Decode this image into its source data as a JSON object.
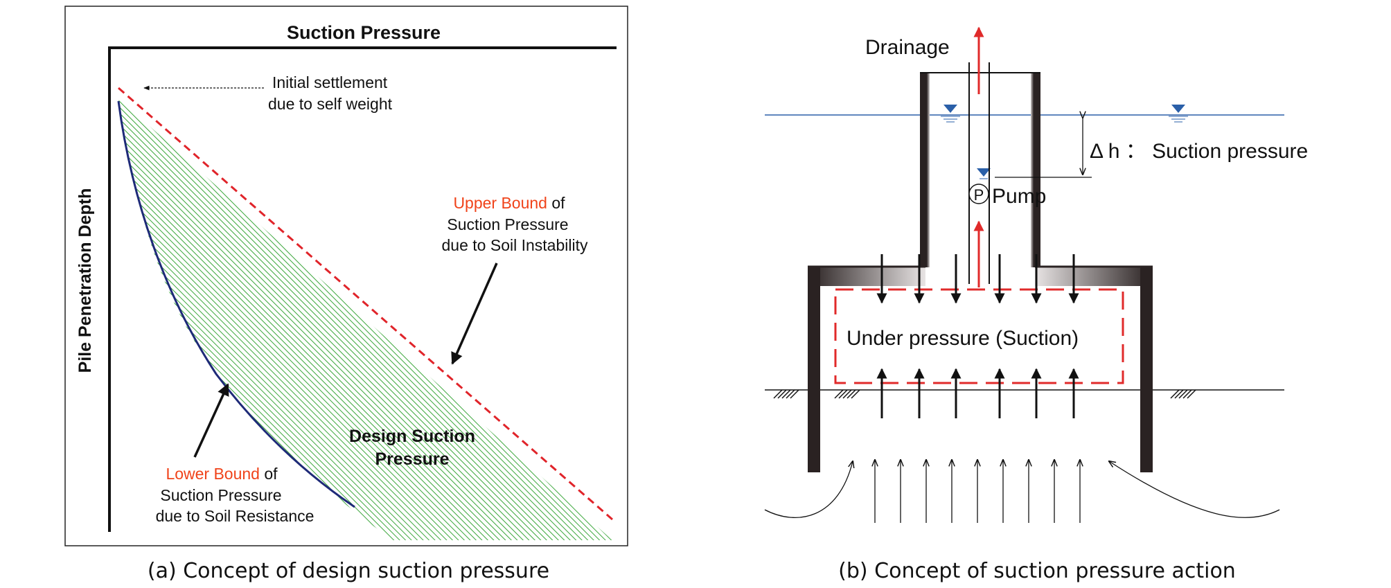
{
  "panel_a": {
    "axis_top": "Suction Pressure",
    "axis_left": "Pile Penetration Depth",
    "initial_settlement": [
      "Initial settlement",
      "due to self weight"
    ],
    "upper_bound": {
      "highlight": "Upper Bound",
      "suffix": " of",
      "lines": [
        "Suction Pressure",
        "due to Soil Instability"
      ]
    },
    "lower_bound": {
      "highlight": "Lower Bound",
      "suffix": " of",
      "lines": [
        "Suction Pressure",
        "due to Soil Resistance"
      ]
    },
    "design": [
      "Design Suction",
      "Pressure"
    ],
    "caption": "(a) Concept of design suction pressure"
  },
  "panel_b": {
    "drainage": "Drainage",
    "delta_h": "Δ h ： Suction  pressure",
    "pump_symbol": "P",
    "pump_label": "Pump",
    "under_pressure": "Under pressure (Suction)",
    "caption": "(b) Concept of suction pressure action"
  },
  "colors": {
    "highlight": "#f0431a",
    "upper_line": "#e0242a",
    "lower_line": "#1e2a78",
    "hatch": "#3aa63a",
    "water": "#2a5fa8",
    "wall": "#2a2222",
    "arrow_red": "#e02a2a",
    "dash_box": "#e02a2a"
  },
  "icons": {
    "water_level": "water-level-triangle-icon",
    "pump": "pump-symbol-icon",
    "soil": "soil-hatch-icon"
  }
}
